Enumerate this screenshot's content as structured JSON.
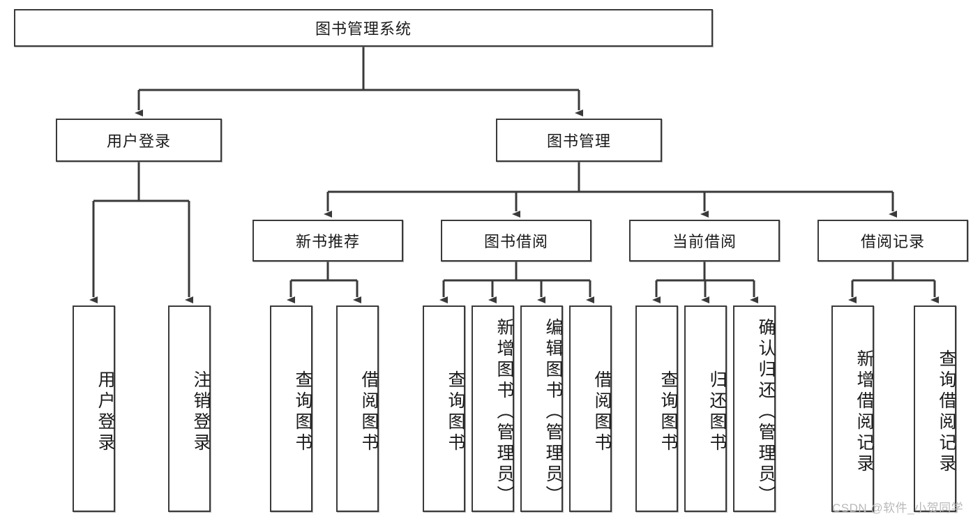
{
  "diagram": {
    "title": "图书管理系统",
    "type": "tree",
    "root": {
      "label": "图书管理系统"
    },
    "level2": [
      {
        "id": "user-login",
        "label": "用户登录"
      },
      {
        "id": "book-management",
        "label": "图书管理"
      }
    ],
    "level3": [
      {
        "id": "new-book-recommend",
        "label": "新书推荐"
      },
      {
        "id": "book-borrow",
        "label": "图书借阅"
      },
      {
        "id": "current-borrow",
        "label": "当前借阅"
      },
      {
        "id": "borrow-record",
        "label": "借阅记录"
      }
    ],
    "leaves": {
      "user_login": [
        {
          "id": "leaf-user-login",
          "label": "用户登录"
        },
        {
          "id": "leaf-logout",
          "label": "注销登录"
        }
      ],
      "new_book_recommend": [
        {
          "id": "leaf-query-book-1",
          "label": "查询图书"
        },
        {
          "id": "leaf-borrow-book-1",
          "label": "借阅图书"
        }
      ],
      "book_borrow": [
        {
          "id": "leaf-query-book-2",
          "label": "查询图书"
        },
        {
          "id": "leaf-add-book",
          "label": "新增图书（管理员）"
        },
        {
          "id": "leaf-edit-book",
          "label": "编辑图书（管理员）"
        },
        {
          "id": "leaf-borrow-book-2",
          "label": "借阅图书"
        }
      ],
      "current_borrow": [
        {
          "id": "leaf-query-book-3",
          "label": "查询图书"
        },
        {
          "id": "leaf-return-book",
          "label": "归还图书"
        },
        {
          "id": "leaf-confirm-return",
          "label": "确认归还（管理员）"
        }
      ],
      "borrow_record": [
        {
          "id": "leaf-add-record",
          "label": "新增借阅记录"
        },
        {
          "id": "leaf-query-record",
          "label": "查询借阅记录"
        }
      ]
    }
  },
  "watermark": {
    "text": "CSDN @软件_小贺同学"
  },
  "colors": {
    "border": "#3a3a3a",
    "background": "#ffffff",
    "text": "#1a1a1a",
    "watermark": "#b9b9b9"
  }
}
